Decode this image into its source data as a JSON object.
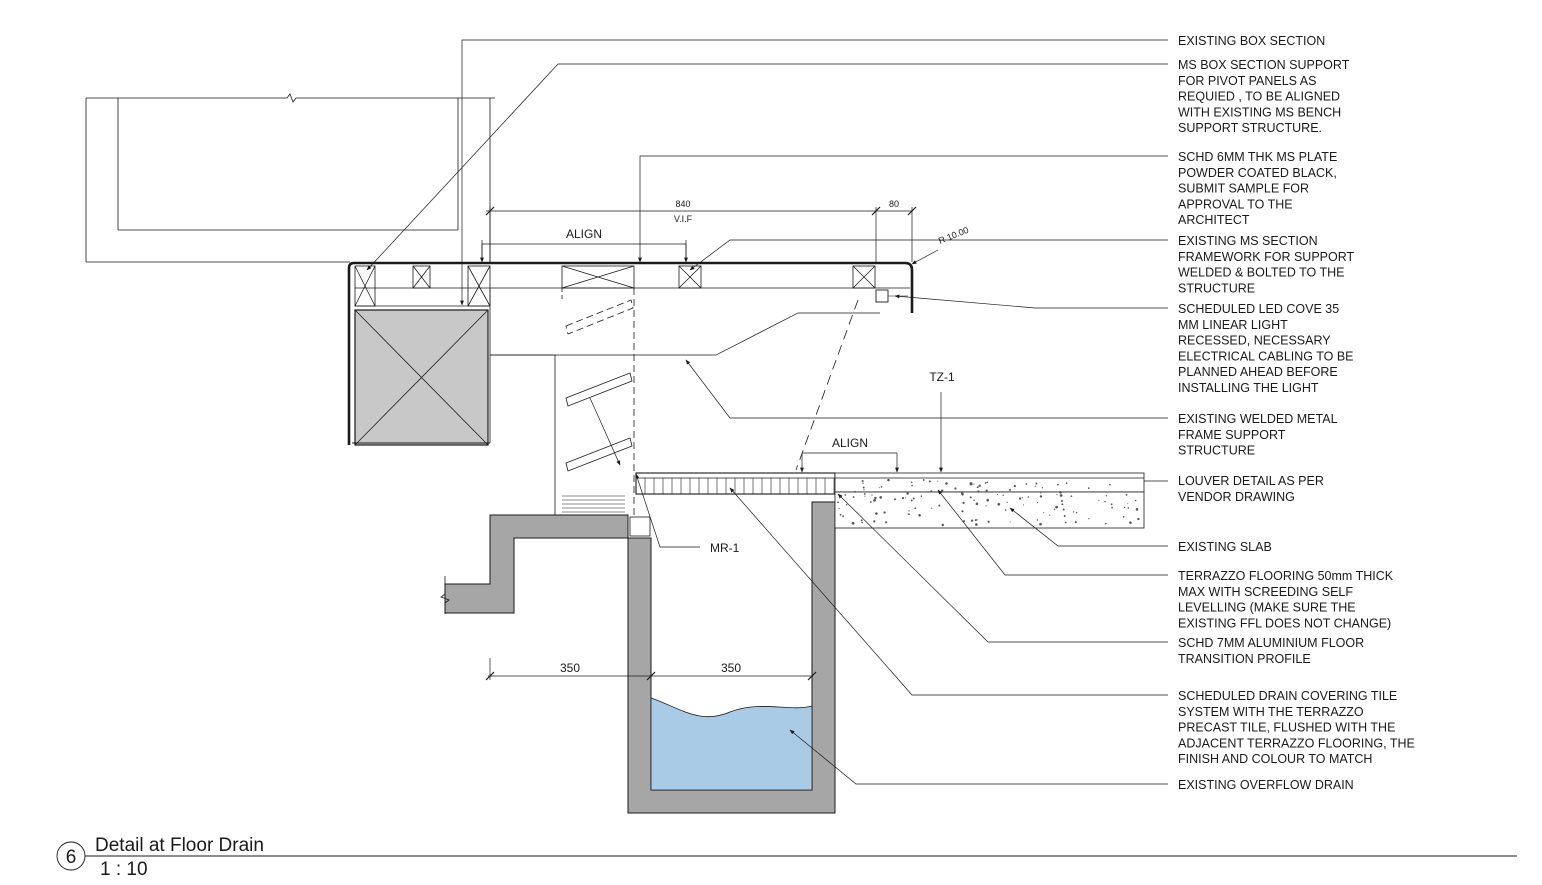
{
  "title_block": {
    "number": "6",
    "title": "Detail at Floor Drain",
    "scale": "1 : 10"
  },
  "notes": [
    {
      "id": "existing-box-section",
      "lines": [
        "EXISTING BOX SECTION"
      ]
    },
    {
      "id": "ms-box-section-support",
      "lines": [
        "MS BOX SECTION SUPPORT",
        "FOR PIVOT PANELS AS",
        "REQUIED , TO BE ALIGNED",
        "WITH EXISTING MS BENCH",
        "SUPPORT STRUCTURE."
      ]
    },
    {
      "id": "schd-6mm-plate",
      "lines": [
        "SCHD 6MM THK MS PLATE",
        "POWDER COATED BLACK,",
        "SUBMIT SAMPLE FOR",
        "APPROVAL TO THE",
        "ARCHITECT"
      ]
    },
    {
      "id": "existing-ms-framework",
      "lines": [
        "EXISTING MS SECTION",
        "FRAMEWORK FOR SUPPORT",
        "WELDED & BOLTED TO THE",
        "STRUCTURE"
      ]
    },
    {
      "id": "led-cove",
      "lines": [
        "SCHEDULED LED COVE 35",
        "MM LINEAR LIGHT",
        "RECESSED, NECESSARY",
        "ELECTRICAL CABLING TO BE",
        "PLANNED AHEAD BEFORE",
        "INSTALLING THE LIGHT"
      ]
    },
    {
      "id": "welded-frame",
      "lines": [
        "EXISTING WELDED METAL",
        "FRAME SUPPORT",
        "STRUCTURE"
      ]
    },
    {
      "id": "louver-detail",
      "lines": [
        "LOUVER DETAIL AS PER",
        "VENDOR DRAWING"
      ]
    },
    {
      "id": "existing-slab",
      "lines": [
        "EXISTING SLAB"
      ]
    },
    {
      "id": "terrazzo-flooring",
      "lines": [
        "TERRAZZO FLOORING 50mm THICK",
        "MAX WITH SCREEDING  SELF",
        "LEVELLING (MAKE SURE THE",
        "EXISTING FFL DOES NOT CHANGE)"
      ]
    },
    {
      "id": "aluminium-profile",
      "lines": [
        "SCHD 7MM ALUMINIUM FLOOR",
        "TRANSITION PROFILE"
      ]
    },
    {
      "id": "drain-covering-tile",
      "lines": [
        "SCHEDULED DRAIN COVERING TILE",
        "SYSTEM WITH THE TERRAZZO",
        "PRECAST TILE, FLUSHED WITH THE",
        "ADJACENT TERRAZZO FLOORING, THE",
        "FINISH AND COLOUR TO MATCH"
      ]
    },
    {
      "id": "overflow-drain",
      "lines": [
        "EXISTING OVERFLOW DRAIN"
      ]
    }
  ],
  "dimensions": {
    "d840": "840",
    "vif": "V.I.F",
    "d80": "80",
    "radius": "R 10.00",
    "align_top": "ALIGN",
    "align_floor": "ALIGN",
    "d350_left": "350",
    "d350_right": "350"
  },
  "tags": {
    "tz1": "TZ-1",
    "mr1": "MR-1"
  },
  "colors": {
    "line": "#1a1a1a",
    "concrete": "#a6a6a6",
    "box_fill": "#c8c8c8",
    "water": "#a9cbe6",
    "slab_fill": "#ffffff"
  }
}
